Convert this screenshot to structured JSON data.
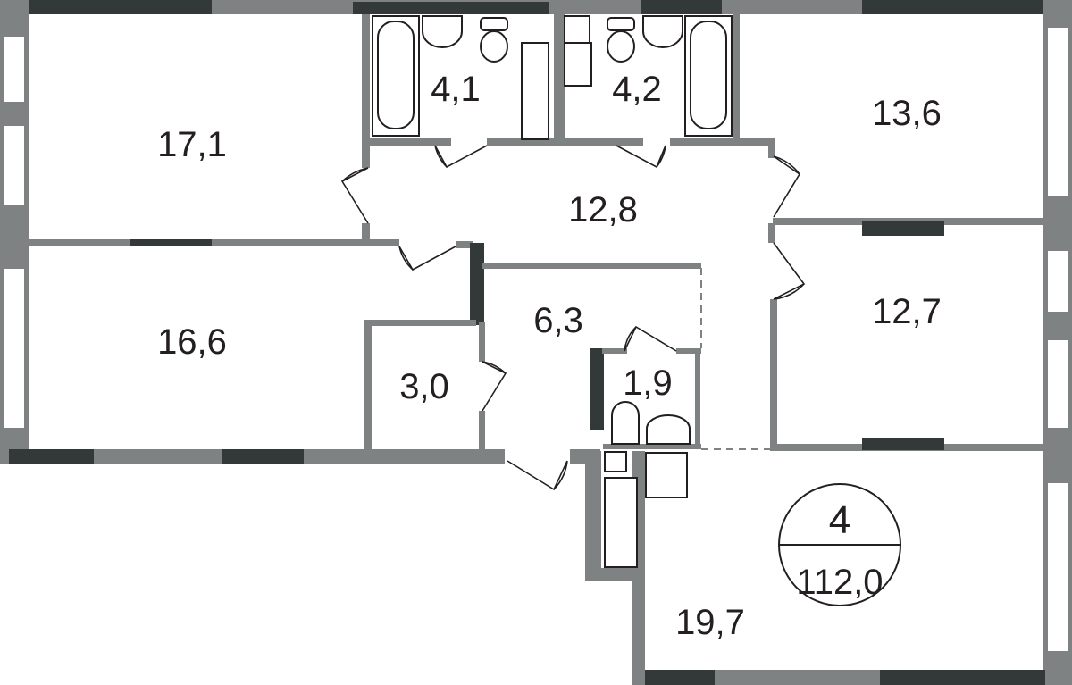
{
  "plan": {
    "rooms": [
      {
        "id": "room-bedroom-1",
        "area": "17,1"
      },
      {
        "id": "room-bathroom-1",
        "area": "4,1"
      },
      {
        "id": "room-bathroom-2",
        "area": "4,2"
      },
      {
        "id": "room-bedroom-2",
        "area": "13,6"
      },
      {
        "id": "room-hallway",
        "area": "12,8"
      },
      {
        "id": "room-bedroom-3",
        "area": "16,6"
      },
      {
        "id": "room-storage",
        "area": "3,0"
      },
      {
        "id": "room-entrance",
        "area": "6,3"
      },
      {
        "id": "room-wc",
        "area": "1,9"
      },
      {
        "id": "room-bedroom-4",
        "area": "12,7"
      },
      {
        "id": "room-kitchen-living",
        "area": "19,7"
      }
    ],
    "badge": {
      "rooms_count": "4",
      "total_area": "112,0"
    }
  },
  "colors": {
    "wall": "#7f8282",
    "bearing_wall": "#333838",
    "text": "#231f20"
  }
}
